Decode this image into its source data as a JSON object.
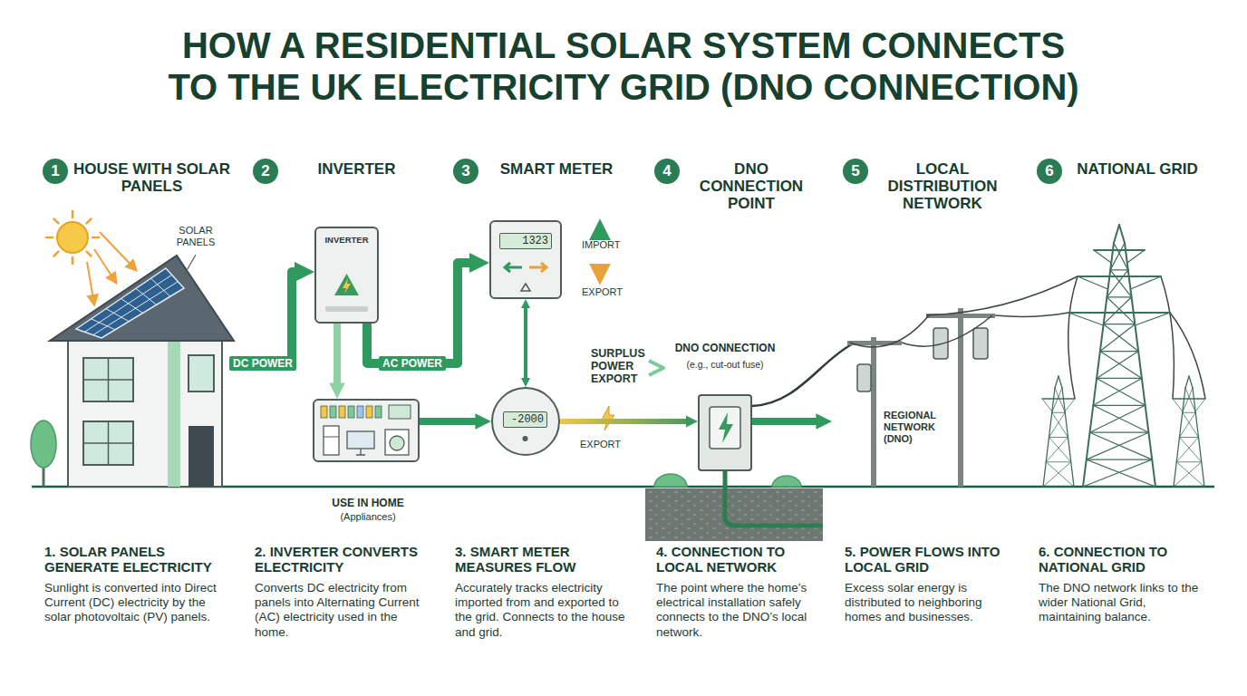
{
  "diagram": {
    "title": "HOW A RESIDENTIAL SOLAR SYSTEM CONNECTS TO THE UK ELECTRICITY GRID (DNO CONNECTION)",
    "nodes": [
      {
        "text": [
          "1",
          "HOUSE WITH SOLAR PANELS",
          "1. SOLAR PANELS GENERATE ELECTRICITY",
          "Sunlight is converted into Direct Current (DC) electricity by the solar photovoltaic (PV) panels."
        ]
      },
      {
        "text": [
          "2",
          "INVERTER",
          "2. INVERTER CONVERTS ELECTRICITY",
          "Converts DC electricity from panels into Alternating Current (AC) electricity used in the home."
        ]
      },
      {
        "text": [
          "INVERTER"
        ],
        "in": 1
      },
      {
        "text": [
          "USE IN HOME",
          "(Appliances)"
        ],
        "in": 1
      },
      {
        "text": [
          "3",
          "SMART METER",
          "3. SMART METER MEASURES FLOW",
          "Accurately tracks electricity imported from and exported to the grid. Connects to the house and grid."
        ]
      },
      {
        "text": [
          "1323"
        ],
        "in": 4
      },
      {
        "text": [
          "-2000"
        ],
        "in": 4
      },
      {
        "text": [
          "4",
          "DNO CONNECTION POINT",
          "4. CONNECTION TO LOCAL NETWORK",
          "The point where the home’s electrical installation safely connects to the DNO’s local network."
        ]
      },
      {
        "text": [
          "DNO CONNECTION",
          "(e.g., cut-out fuse)"
        ],
        "in": 7
      },
      {
        "text": [
          "5",
          "LOCAL DISTRIBUTION NETWORK",
          "5. POWER FLOWS INTO LOCAL GRID",
          "Excess solar energy is distributed to neighboring homes and businesses."
        ]
      },
      {
        "text": [
          "6",
          "NATIONAL GRID",
          "6. CONNECTION TO NATIONAL GRID",
          "The DNO network links to the wider National Grid, maintaining balance."
        ]
      }
    ],
    "edges": [
      {
        "from": 0,
        "to": 2,
        "arrow": "to",
        "label": "DC POWER"
      },
      {
        "from": 2,
        "to": 3,
        "arrow": "to"
      },
      {
        "from": 2,
        "to": 5,
        "arrow": "to",
        "label": "AC POWER"
      },
      {
        "from": 3,
        "to": 6,
        "arrow": "to"
      },
      {
        "from": 5,
        "to": 6,
        "arrow": "both"
      },
      {
        "from": 6,
        "to": 8,
        "arrow": "to"
      },
      {
        "from": 8,
        "to": 9,
        "arrow": "to"
      }
    ],
    "labels": [
      "SOLAR PANELS",
      "IMPORT",
      "EXPORT",
      "SURPLUS POWER EXPORT",
      "EXPORT",
      "REGIONAL NETWORK (DNO)"
    ]
  }
}
